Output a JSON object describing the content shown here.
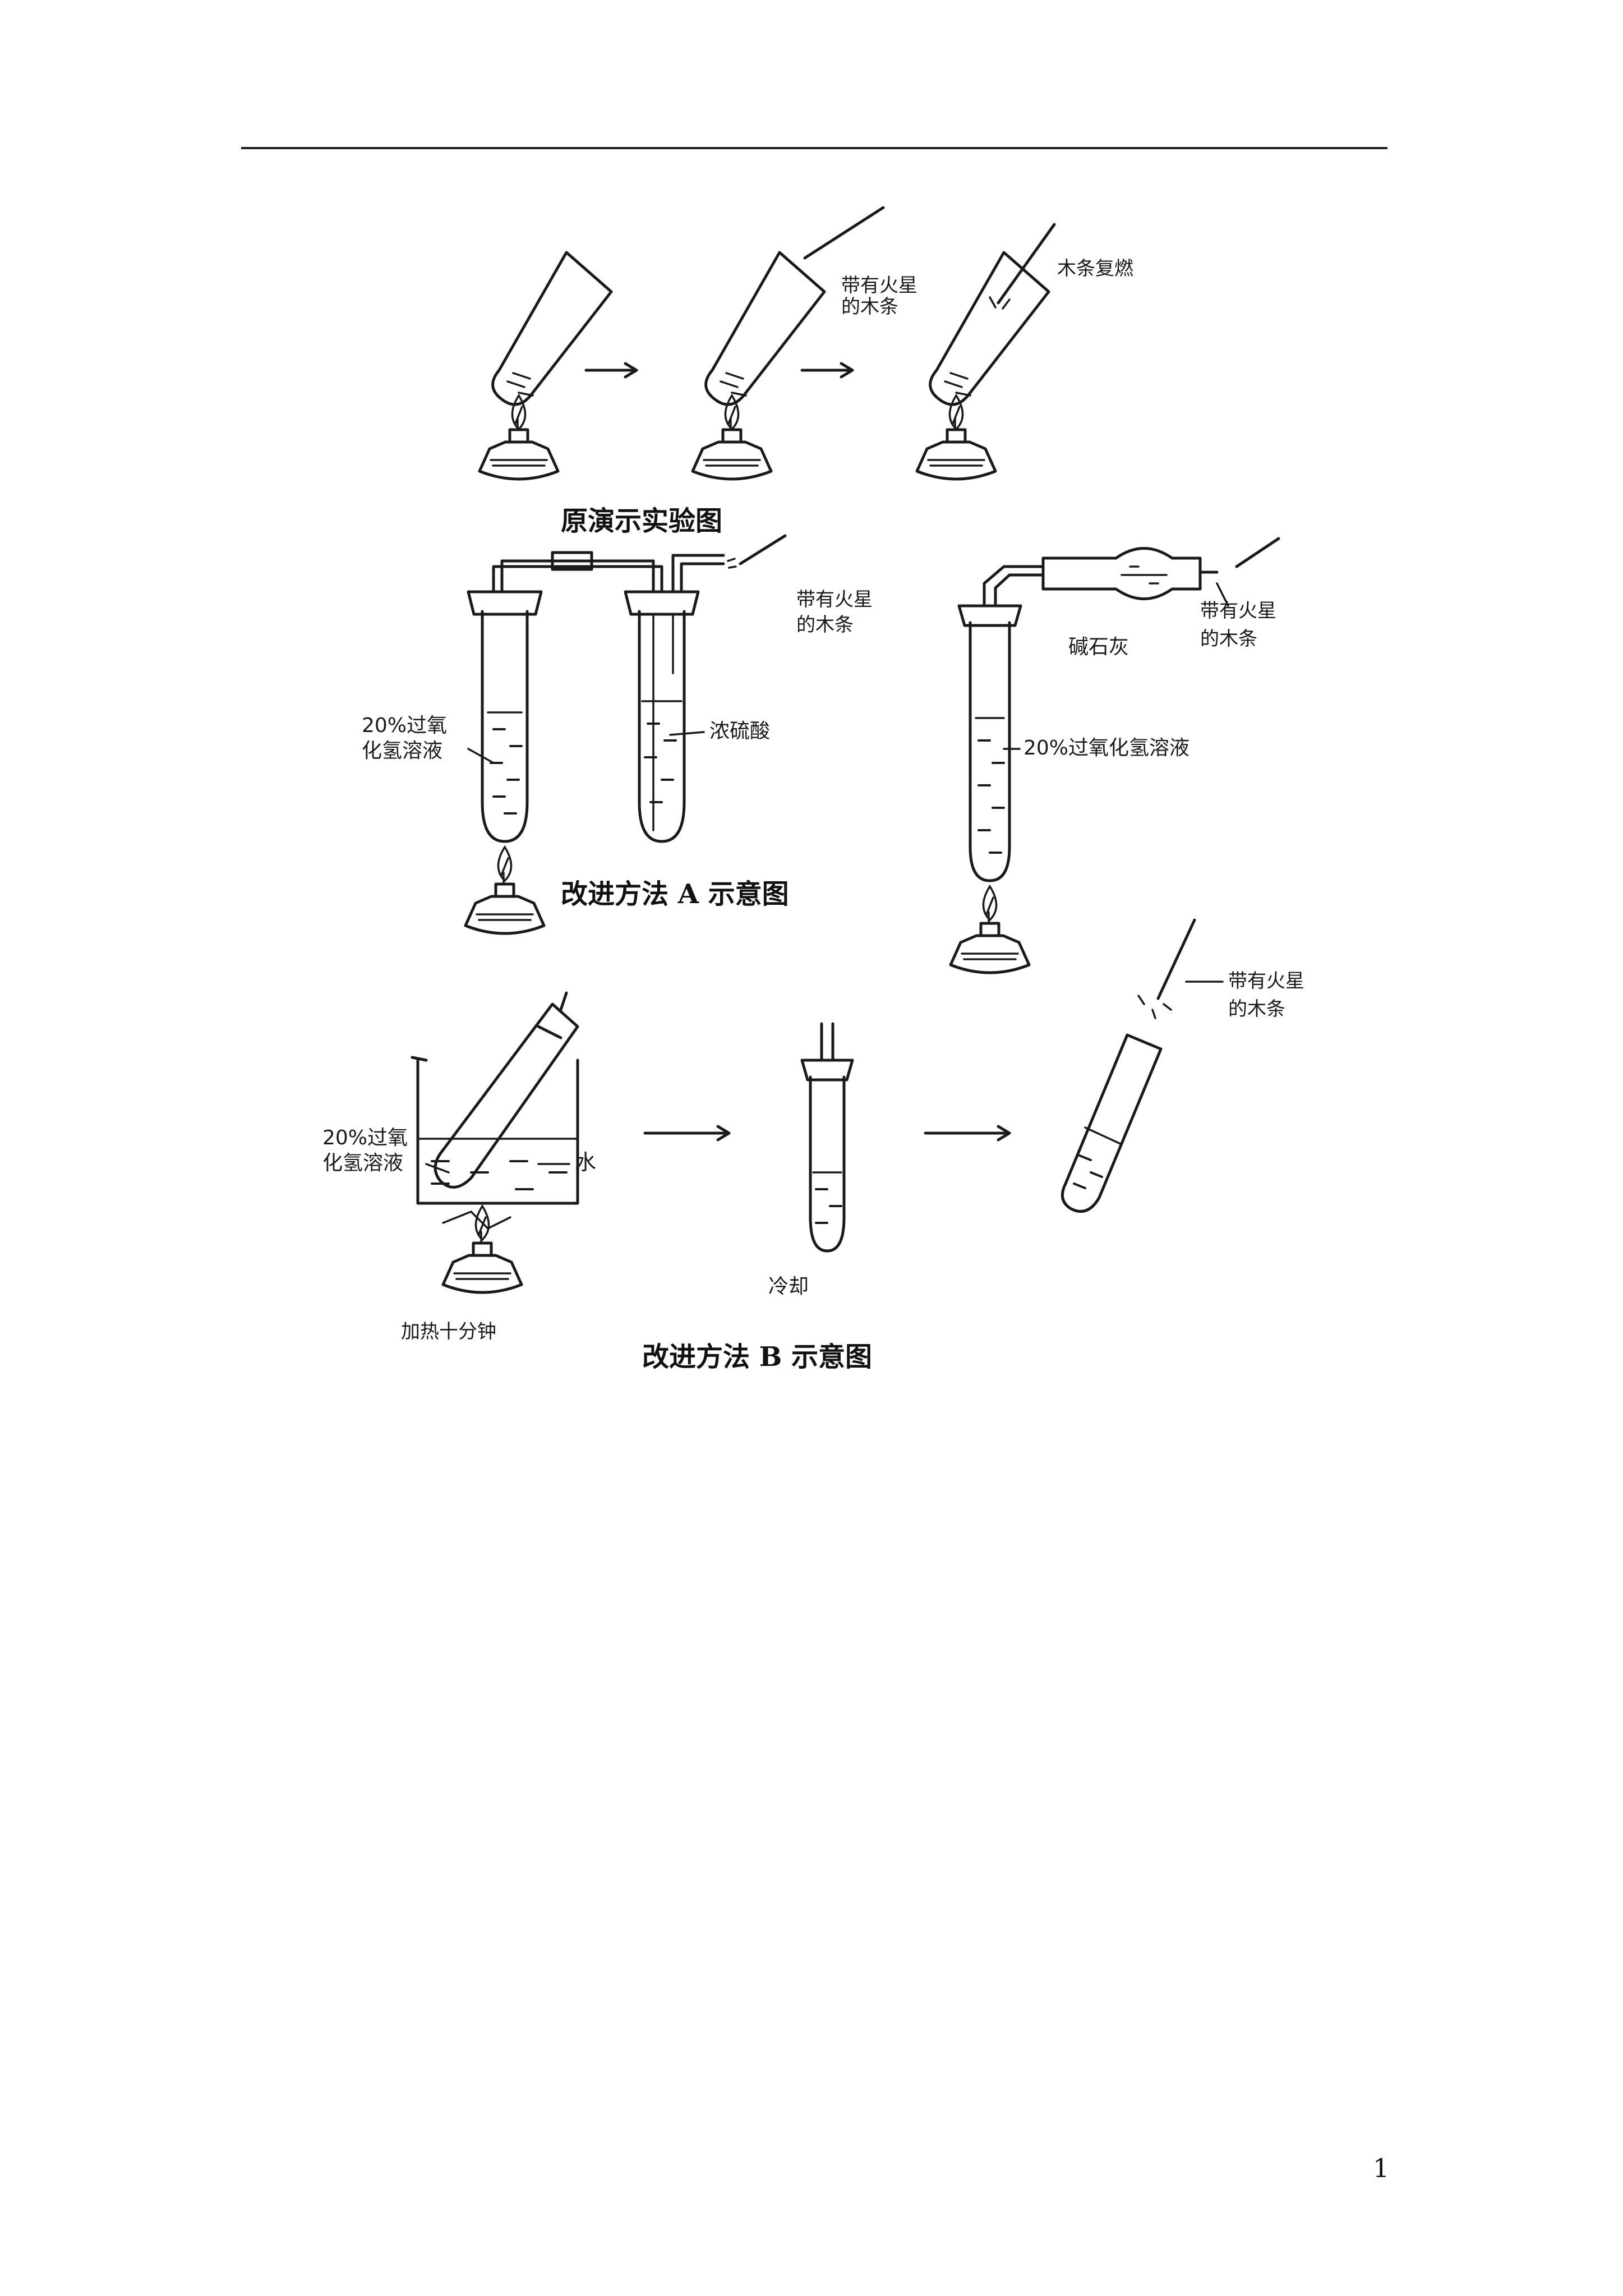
{
  "page_number": "1",
  "figure1": {
    "title": "原演示实验图",
    "label_splint": [
      "带有火星",
      "的木条"
    ],
    "label_relight": "木条复燃"
  },
  "figureA": {
    "title": "改进方法 A 示意图",
    "label_splint_left": [
      "带有火星",
      "的木条"
    ],
    "label_h2o2_left": [
      "20%过氧",
      "化氢溶液"
    ],
    "label_acid": "浓硫酸",
    "label_lime": "碱石灰",
    "label_splint_right": [
      "带有火星",
      "的木条"
    ],
    "label_h2o2_right": "20%过氧化氢溶液"
  },
  "figureB": {
    "title": "改进方法 B 示意图",
    "label_h2o2": [
      "20%过氧",
      "化氢溶液"
    ],
    "label_water": "水",
    "label_heat": "加热十分钟",
    "label_cool": "冷却",
    "label_splint": [
      "带有火星",
      "的木条"
    ]
  }
}
